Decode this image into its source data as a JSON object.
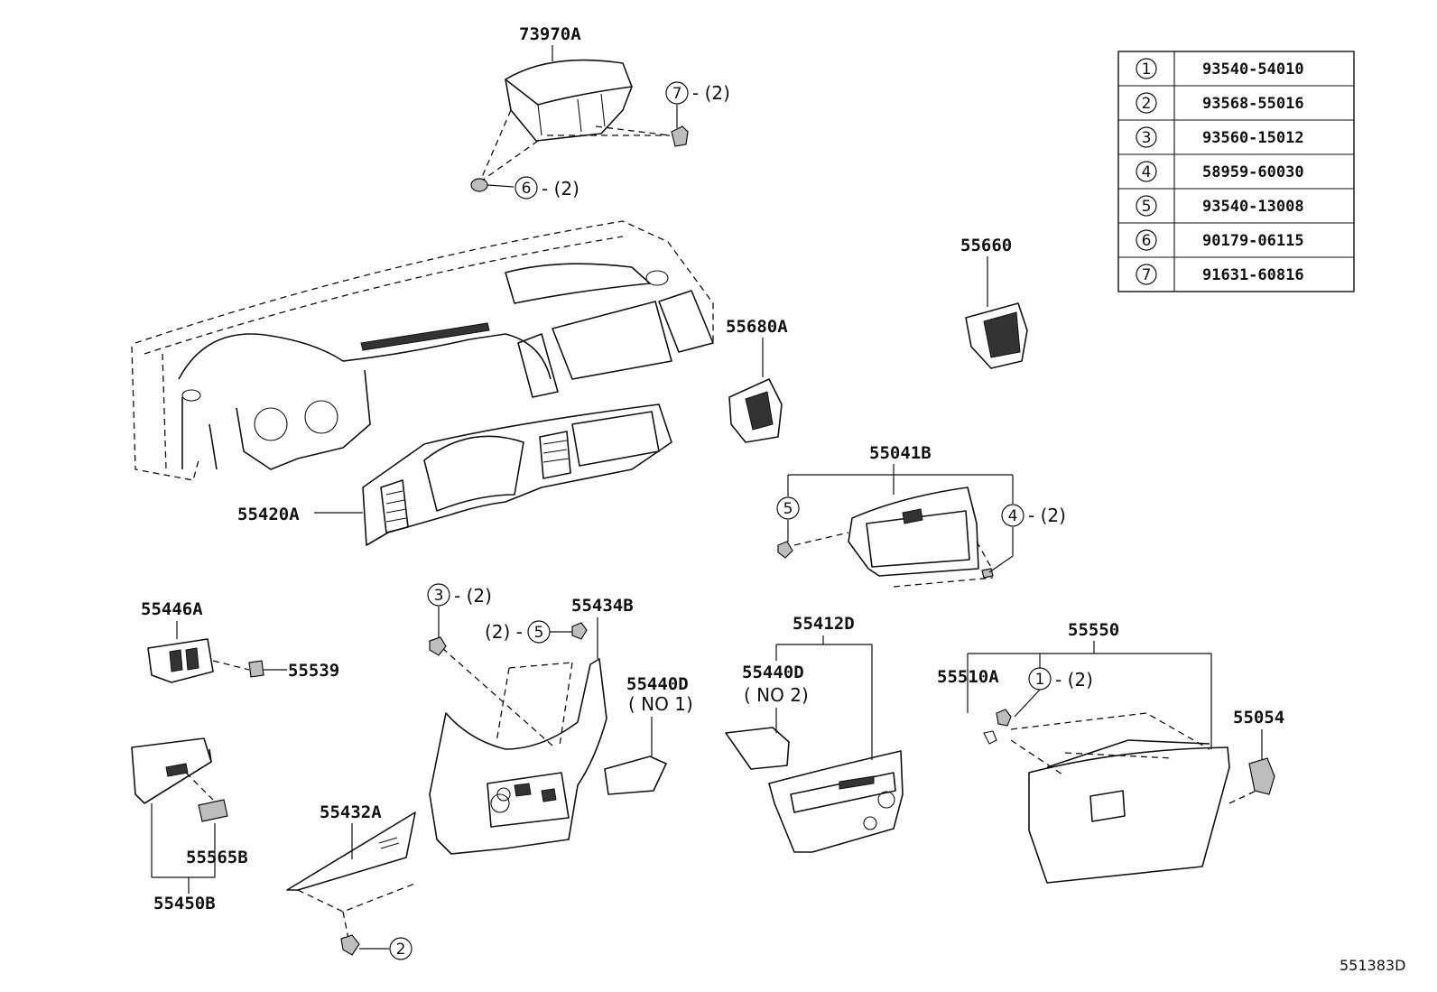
{
  "diagram_code": "551383D",
  "table": {
    "rows": [
      {
        "num": "1",
        "part": "93540-54010"
      },
      {
        "num": "2",
        "part": "93568-55016"
      },
      {
        "num": "3",
        "part": "93560-15012"
      },
      {
        "num": "4",
        "part": "58959-60030"
      },
      {
        "num": "5",
        "part": "93540-13008"
      },
      {
        "num": "6",
        "part": "90179-06115"
      },
      {
        "num": "7",
        "part": "91631-60816"
      }
    ]
  },
  "labels": {
    "p73970A": "73970A",
    "p55660": "55660",
    "p55680A": "55680A",
    "p55041B": "55041B",
    "p55420A": "55420A",
    "p55446A": "55446A",
    "p55539": "55539",
    "p55434B": "55434B",
    "p55440D_1": "55440D",
    "no1": "( NO 1)",
    "p55412D": "55412D",
    "p55440D_2": "55440D",
    "no2": "( NO 2)",
    "p55550": "55550",
    "p55510A": "55510A",
    "p55054": "55054",
    "p55565B": "55565B",
    "p55450B": "55450B",
    "p55432A": "55432A"
  },
  "callouts": {
    "c7": {
      "num": "7",
      "qty": "- (2)"
    },
    "c6": {
      "num": "6",
      "qty": "- (2)"
    },
    "c5a": {
      "num": "5"
    },
    "c4": {
      "num": "4",
      "qty": "- (2)"
    },
    "c3": {
      "num": "3",
      "qty": "- (2)"
    },
    "c5b": {
      "num": "5",
      "qty": "(2) -"
    },
    "c1": {
      "num": "1",
      "qty": "- (2)"
    },
    "c2": {
      "num": "2"
    }
  }
}
